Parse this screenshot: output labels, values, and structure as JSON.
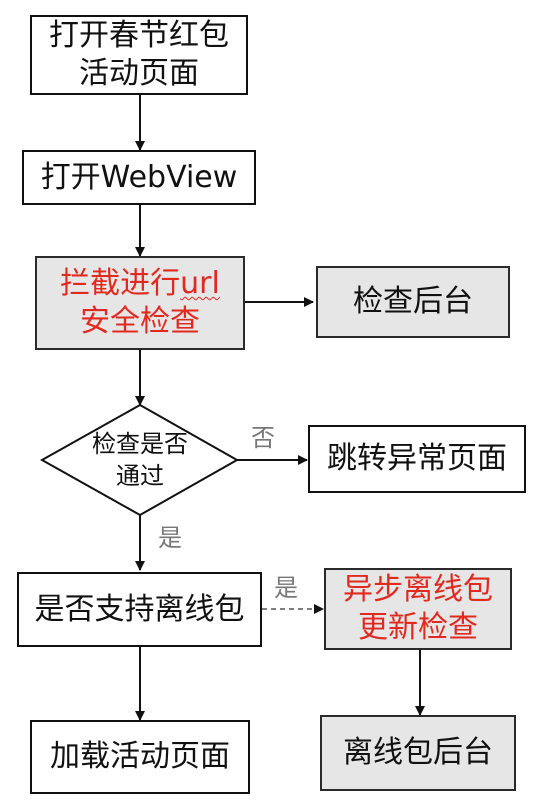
{
  "nodes": {
    "open_page": {
      "lines": [
        "打开春节红包",
        "活动页面"
      ]
    },
    "open_webview": {
      "lines": [
        "打开WebView"
      ]
    },
    "intercept": {
      "lines": [
        "拦截进行",
        "url",
        "安全检查"
      ]
    },
    "check_backend": {
      "lines": [
        "检查后台"
      ]
    },
    "decision": {
      "lines": [
        "检查是否",
        "通过"
      ]
    },
    "jump_error": {
      "lines": [
        "跳转异常页面"
      ]
    },
    "offline_support": {
      "lines": [
        "是否支持离线包"
      ]
    },
    "async_check": {
      "lines": [
        "异步离线包",
        "更新检查"
      ]
    },
    "load_page": {
      "lines": [
        "加载活动页面"
      ]
    },
    "offline_backend": {
      "lines": [
        "离线包后台"
      ]
    }
  },
  "edge_labels": {
    "no": "否",
    "yes_down": "是",
    "yes_right": "是"
  },
  "colors": {
    "highlight_text": "#e02a20",
    "gray_fill": "#e6e6e6",
    "border": "#111111"
  }
}
